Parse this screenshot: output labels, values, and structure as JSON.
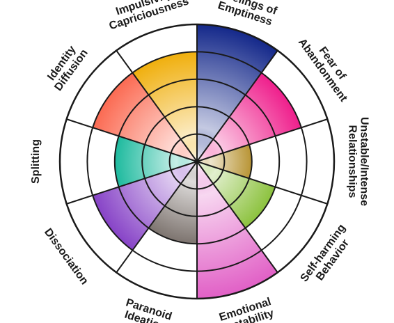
{
  "chart_data": {
    "type": "polar-area",
    "title": "",
    "levels": 5,
    "segments": [
      {
        "label": [
          "Feelings of",
          "Emptiness"
        ],
        "value": 5,
        "color": "#14288a"
      },
      {
        "label": [
          "Fear of",
          "Abandonment"
        ],
        "value": 4,
        "color": "#ef1f8c"
      },
      {
        "label": [
          "Unstable/Intense",
          "Relationships"
        ],
        "value": 2,
        "color": "#b89434"
      },
      {
        "label": [
          "Self-harming",
          "Behavior"
        ],
        "value": 3,
        "color": "#8cc23e"
      },
      {
        "label": [
          "Emotional",
          "Instability"
        ],
        "value": 5,
        "color": "#e160c6"
      },
      {
        "label": [
          "Paranoid",
          "Ideation"
        ],
        "value": 3,
        "color": "#7d746f"
      },
      {
        "label": [
          "Dissociation"
        ],
        "value": 4,
        "color": "#8743c7"
      },
      {
        "label": [
          "Splitting"
        ],
        "value": 3,
        "color": "#1dba9e"
      },
      {
        "label": [
          "Identity",
          "Diffusion"
        ],
        "value": 4,
        "color": "#fb6a52"
      },
      {
        "label": [
          "Impulsivity/",
          "Capriciousness"
        ],
        "value": 4,
        "color": "#f0af0d"
      }
    ]
  }
}
